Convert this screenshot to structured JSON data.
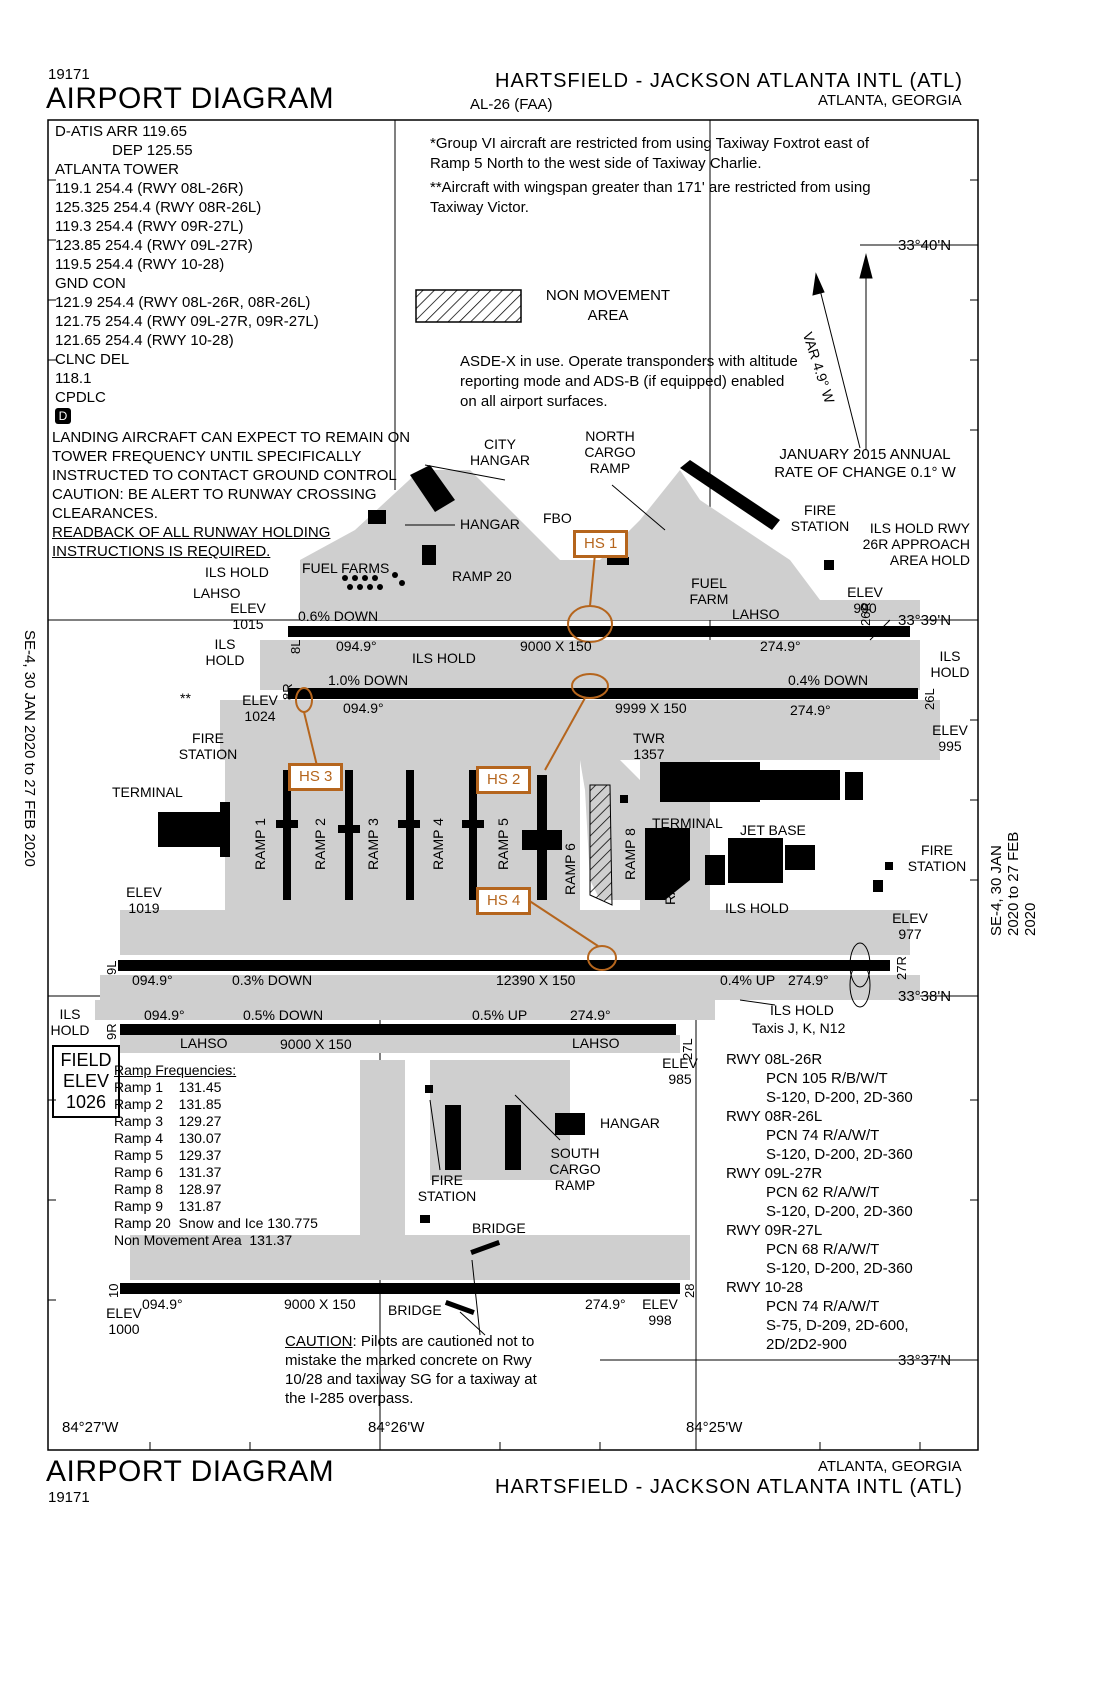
{
  "header": {
    "chart_number": "19171",
    "title": "AIRPORT DIAGRAM",
    "airport_name": "HARTSFIELD - JACKSON ATLANTA INTL (ATL)",
    "city": "ATLANTA, GEORGIA",
    "faa_id": "AL-26 (FAA)"
  },
  "footer": {
    "chart_number": "19171",
    "title": "AIRPORT DIAGRAM",
    "airport_name": "HARTSFIELD - JACKSON ATLANTA INTL (ATL)",
    "city": "ATLANTA, GEORGIA"
  },
  "side_dates": {
    "left": "SE-4, 30 JAN 2020 to 27 FEB 2020",
    "right": "SE-4, 30 JAN 2020 to 27 FEB 2020"
  },
  "frequencies": [
    "D-ATIS ARR 119.65",
    "DEP 125.55",
    "ATLANTA TOWER",
    "119.1  254.4  (RWY 08L-26R)",
    "125.325  254.4  (RWY 08R-26L)",
    "119.3  254.4  (RWY 09R-27L)",
    "123.85  254.4 (RWY 09L-27R)",
    "119.5  254.4   (RWY  10-28)",
    "GND CON",
    "121.9  254.4 (RWY 08L-26R, 08R-26L)",
    "121.75  254.4 (RWY 09L-27R, 09R-27L)",
    "121.65  254.4 (RWY 10-28)",
    "CLNC DEL",
    "118.1",
    "CPDLC"
  ],
  "cpdlc_badge": "D",
  "notes": {
    "group6": "*Group VI aircraft are restricted from using Taxiway Foxtrot east of Ramp 5 North to the west side of Taxiway Charlie.",
    "wingspan": "**Aircraft with wingspan greater than 171' are restricted from using Taxiway Victor.",
    "non_movement": "NON MOVEMENT AREA",
    "asde": "ASDE-X in use. Operate transponders with altitude reporting mode and ADS-B (if equipped) enabled on all airport surfaces.",
    "landing": "LANDING AIRCRAFT CAN EXPECT TO REMAIN ON TOWER FREQUENCY UNTIL SPECIFICALLY INSTRUCTED TO CONTACT GROUND CONTROL",
    "caution1": "CAUTION: BE ALERT TO RUNWAY CROSSING CLEARANCES.",
    "readback": "READBACK OF ALL RUNWAY HOLDING INSTRUCTIONS IS REQUIRED.",
    "variation": "VAR 4.9° W",
    "rate_of_change": "JANUARY 2015 ANNUAL RATE OF CHANGE 0.1° W",
    "caution2_title": "CAUTION",
    "caution2": ": Pilots are cautioned not to mistake the marked concrete on Rwy 10/28 and taxiway SG for a taxiway at the I-285 overpass."
  },
  "coordinates": {
    "lat1": "33°40'N",
    "lat2": "33°39'N",
    "lat3": "33°38'N",
    "lat4": "33°37'N",
    "lon1": "84°27'W",
    "lon2": "84°26'W",
    "lon3": "84°25'W"
  },
  "field_elev": "FIELD ELEV 1026",
  "hot_spots": [
    "HS 1",
    "HS 2",
    "HS 3",
    "HS 4"
  ],
  "runways": [
    {
      "name": "RWY 08L-26R",
      "ends": [
        "8L",
        "26R"
      ],
      "dims": "9000  X 150",
      "slope": "0.6% DOWN",
      "hdg_w": "094.9°",
      "hdg_e": "274.9°",
      "elev_w": "ELEV 1015",
      "elev_e": "ELEV 990"
    },
    {
      "name": "RWY 08R-26L",
      "ends": [
        "8R",
        "26L"
      ],
      "dims": "9999 X 150",
      "slope_w": "1.0% DOWN",
      "slope_e": "0.4% DOWN",
      "hdg_w": "094.9°",
      "hdg_e": "274.9°",
      "elev_w": "ELEV 1024",
      "elev_e": "ELEV 995"
    },
    {
      "name": "RWY 09L-27R",
      "ends": [
        "9L",
        "27R"
      ],
      "dims": "12390 X 150",
      "slope_w": "0.3% DOWN",
      "slope_e": "0.4% UP",
      "hdg_w": "094.9°",
      "hdg_e": "274.9°",
      "elev_w": "ELEV 1019",
      "elev_e": "ELEV 977"
    },
    {
      "name": "RWY 09R-27L",
      "ends": [
        "9R",
        "27L"
      ],
      "dims": "9000 X 150",
      "slope_w": "0.5% DOWN",
      "slope_e": "0.5% UP",
      "hdg_w": "094.9°",
      "hdg_e": "274.9°",
      "elev_e": "ELEV 985"
    },
    {
      "name": "RWY 10-28",
      "ends": [
        "10",
        "28"
      ],
      "dims": "9000  X 150",
      "hdg_w": "094.9°",
      "hdg_e": "274.9°",
      "elev_w": "ELEV 1000",
      "elev_e": "ELEV 998"
    }
  ],
  "ramp_frequencies": {
    "title": "Ramp Frequencies:",
    "items": [
      "Ramp 1    131.45",
      "Ramp 2    131.85",
      "Ramp 3    129.27",
      "Ramp 4    130.07",
      "Ramp 5    129.37",
      "Ramp 6    131.37",
      "Ramp 8    128.97",
      "Ramp 9    131.87",
      "Ramp 20  Snow and Ice 130.775",
      "Non Movement Area  131.37"
    ]
  },
  "pcn": [
    {
      "rwy": "RWY 08L-26R",
      "lines": [
        "PCN 105 R/B/W/T",
        "S-120, D-200, 2D-360"
      ]
    },
    {
      "rwy": "RWY 08R-26L",
      "lines": [
        "PCN 74 R/A/W/T",
        "S-120, D-200, 2D-360"
      ]
    },
    {
      "rwy": "RWY 09L-27R",
      "lines": [
        "PCN 62 R/A/W/T",
        "S-120, D-200, 2D-360"
      ]
    },
    {
      "rwy": "RWY 09R-27L",
      "lines": [
        "PCN 68 R/A/W/T",
        "S-120, D-200, 2D-360"
      ]
    },
    {
      "rwy": "RWY 10-28",
      "lines": [
        "PCN 74 R/A/W/T",
        "S-75, D-209, 2D-600,",
        "2D/2D2-900"
      ]
    }
  ],
  "map_labels": {
    "city_hangar": "CITY HANGAR",
    "north_cargo": "NORTH CARGO RAMP",
    "hangar": "HANGAR",
    "fbo": "FBO",
    "fuel_farms": "FUEL FARMS",
    "ramp20": "RAMP 20",
    "fuel_farm": "FUEL FARM",
    "fire_station": "FIRE STATION",
    "ils_hold_26r": "ILS HOLD RWY 26R APPROACH AREA HOLD",
    "ils_hold": "ILS HOLD",
    "lahso": "LAHSO",
    "terminal": "TERMINAL",
    "jet_base": "JET BASE",
    "twr": "TWR 1357",
    "south_cargo": "SOUTH CARGO RAMP",
    "bridge": "BRIDGE",
    "ils_hold_taxis": "Taxis J, K, N12",
    "ramps": [
      "RAMP 1",
      "RAMP 2",
      "RAMP 3",
      "RAMP 4",
      "RAMP 5",
      "RAMP 6",
      "RAMP 8",
      "RAMP 9"
    ]
  }
}
